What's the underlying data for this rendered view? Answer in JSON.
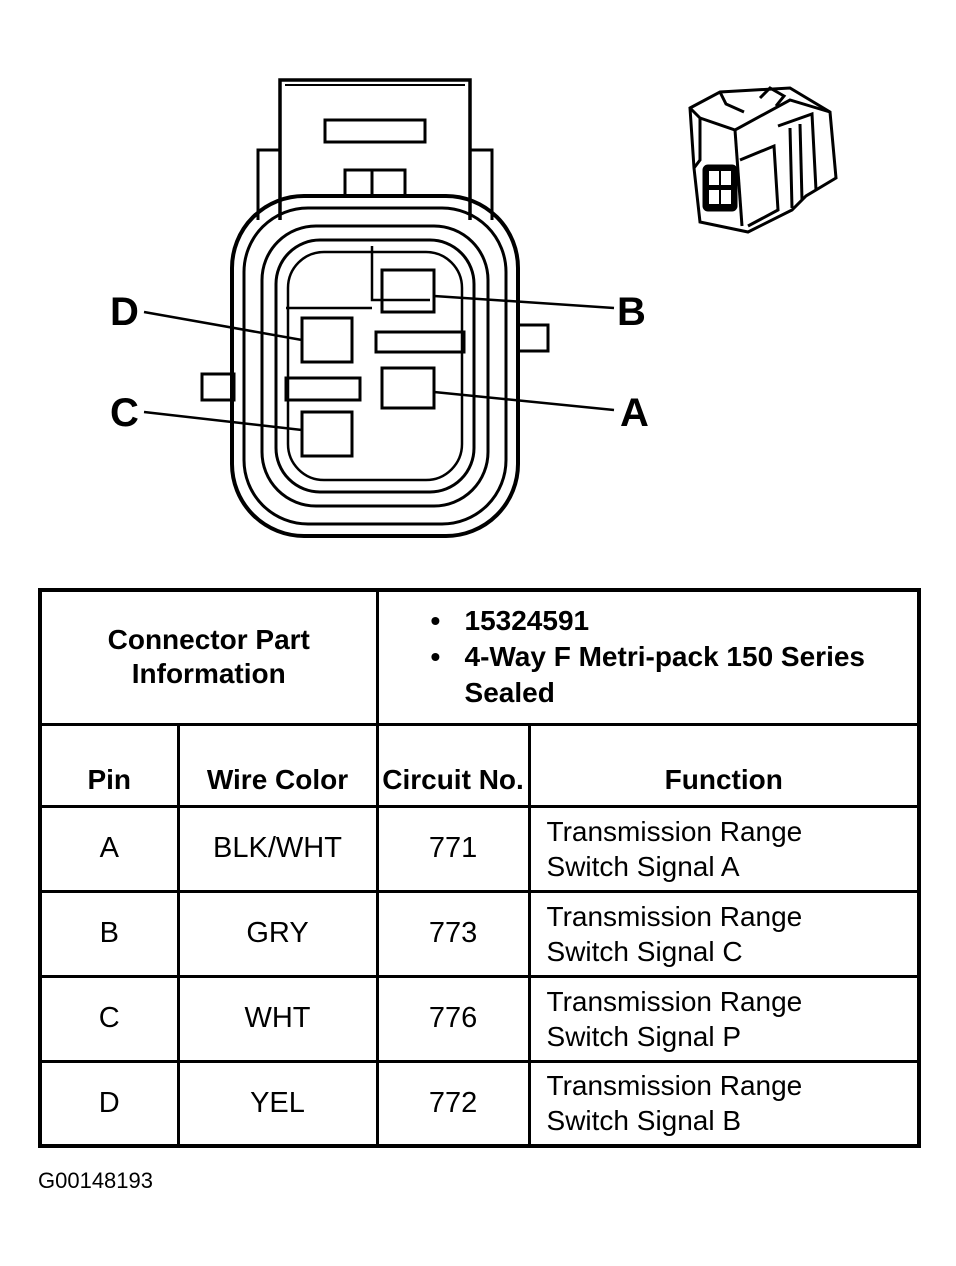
{
  "pin_labels": [
    "D",
    "B",
    "C",
    "A"
  ],
  "table": {
    "info_header": "Connector Part Information",
    "info_items": [
      "15324591",
      "4-Way F Metri-pack 150 Series Sealed"
    ],
    "columns": {
      "pin": "Pin",
      "wire_color": "Wire Color",
      "circuit": "Circuit No.",
      "function": "Function"
    },
    "rows": [
      {
        "pin": "A",
        "wire": "BLK/WHT",
        "circuit": "771",
        "function_l1": "Transmission Range",
        "function_l2": "Switch Signal A"
      },
      {
        "pin": "B",
        "wire": "GRY",
        "circuit": "773",
        "function_l1": "Transmission Range",
        "function_l2": "Switch Signal C"
      },
      {
        "pin": "C",
        "wire": "WHT",
        "circuit": "776",
        "function_l1": "Transmission Range",
        "function_l2": "Switch Signal P"
      },
      {
        "pin": "D",
        "wire": "YEL",
        "circuit": "772",
        "function_l1": "Transmission Range",
        "function_l2": "Switch Signal B"
      }
    ]
  },
  "figure_id": "G00148193"
}
